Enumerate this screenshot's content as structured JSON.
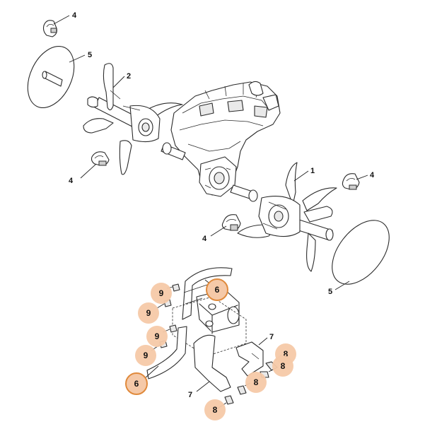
{
  "labels": {
    "top_left_clip": "4",
    "top_left_disc": "5",
    "left_tine_assembly": "2",
    "left_bottom_clip": "4",
    "right_tine_assembly": "1",
    "right_top_clip": "4",
    "right_bottom_clip": "4",
    "right_disc": "5"
  },
  "callouts": {
    "tine_upper": "6",
    "tine_lower": "6",
    "nut_a": "9",
    "nut_b": "9",
    "nut_c": "9",
    "nut_d": "9",
    "bolt_a": "8",
    "bolt_b": "8",
    "bolt_c": "8",
    "bolt_d": "8",
    "tine_right": "7",
    "tine_bottom": "7"
  },
  "colors": {
    "highlight_fill": "#f5c9a8",
    "highlight_stroke": "#e08a3c",
    "line": "#2b2b2b"
  }
}
